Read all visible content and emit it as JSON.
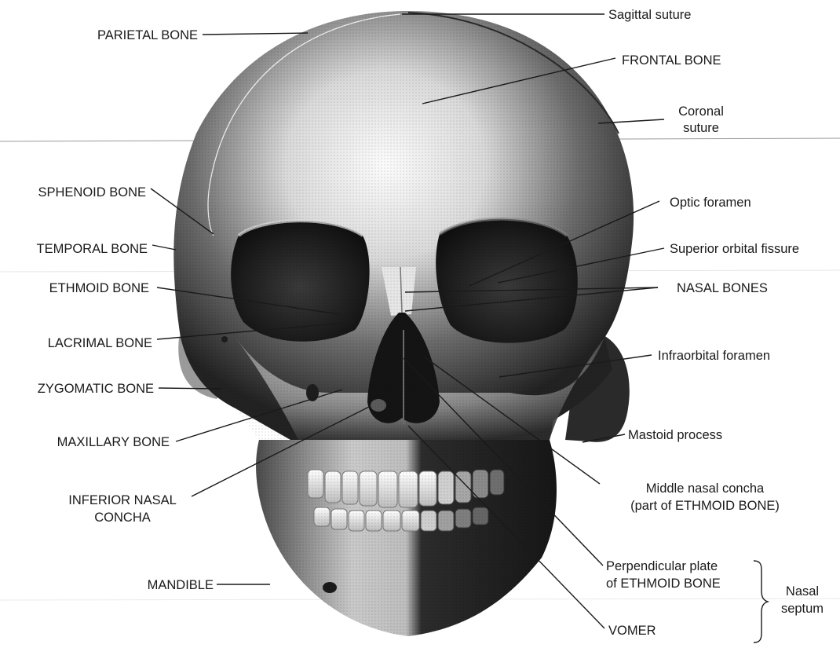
{
  "labels": {
    "sagittal_suture": "Sagittal suture",
    "parietal_bone": "PARIETAL BONE",
    "frontal_bone": "FRONTAL BONE",
    "coronal_suture_1": "Coronal",
    "coronal_suture_2": "suture",
    "sphenoid_bone": "SPHENOID BONE",
    "optic_foramen": "Optic foramen",
    "temporal_bone": "TEMPORAL BONE",
    "superior_orbital_fissure": "Superior orbital fissure",
    "ethmoid_bone": "ETHMOID BONE",
    "nasal_bones": "NASAL BONES",
    "lacrimal_bone": "LACRIMAL BONE",
    "infraorbital_foramen": "Infraorbital foramen",
    "zygomatic_bone": "ZYGOMATIC BONE",
    "maxillary_bone": "MAXILLARY BONE",
    "mastoid_process": "Mastoid process",
    "inferior_nasal_concha_1": "INFERIOR NASAL",
    "inferior_nasal_concha_2": "CONCHA",
    "middle_nasal_concha_1": "Middle nasal concha",
    "middle_nasal_concha_2": "(part of ETHMOID BONE)",
    "perpendicular_plate_1": "Perpendicular plate",
    "perpendicular_plate_2": "of ETHMOID BONE",
    "mandible": "MANDIBLE",
    "vomer": "VOMER",
    "nasal_septum_1": "Nasal",
    "nasal_septum_2": "septum"
  },
  "colors": {
    "background": "#ffffff",
    "bone_light": "#f4f4f4",
    "bone_dark": "#2a2a2a",
    "text": "#1a1a1a"
  }
}
